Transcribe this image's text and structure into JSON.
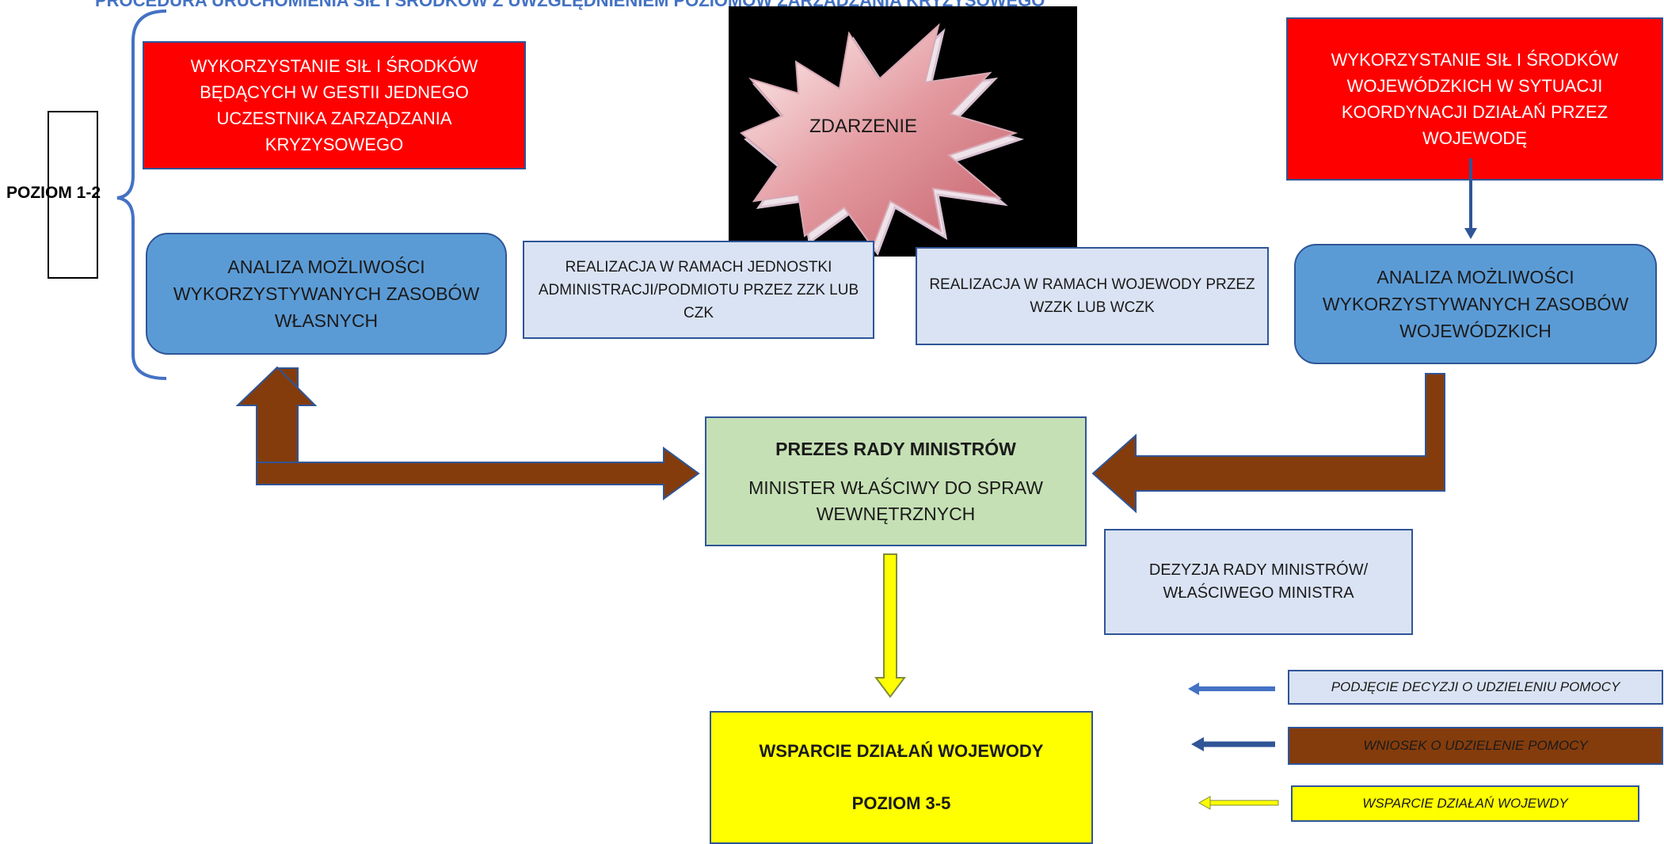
{
  "title": "PROCEDURA URUCHOMIENIA SIŁ I ŚRODKÓW Z UWZGLĘDNIENIEM POZIOMÓW ZARZĄDZANIA KRYZYSOWEGO",
  "level_label": "POZIOM 1-2",
  "event": "ZDARZENIE",
  "boxes": {
    "own_resources_usage": "WYKORZYSTANIE SIŁ I ŚRODKÓW BĘDĄCYCH W GESTII JEDNEGO UCZESTNIKA ZARZĄDZANIA KRYZYSOWEGO",
    "own_resources_analysis": "ANALIZA MOŻLIWOŚCI WYKORZYSTYWANYCH ZASOBÓW WŁASNYCH",
    "unit_realization": "REALIZACJA W RAMACH JEDNOSTKI ADMINISTRACJI/PODMIOTU PRZEZ ZZK LUB CZK",
    "voivode_realization": "REALIZACJA W RAMACH WOJEWODY PRZEZ WZZK LUB WCZK",
    "voivode_resources_usage": "WYKORZYSTANIE SIŁ I ŚRODKÓW WOJEWÓDZKICH W SYTUACJI KOORDYNACJI DZIAŁAŃ PRZEZ WOJEWODĘ",
    "voivode_resources_analysis": "ANALIZA MOŻLIWOŚCI WYKORZYSTYWANYCH ZASOBÓW WOJEWÓDZKICH",
    "prime_minister": "PREZES RADY MINISTRÓW",
    "interior_minister": "MINISTER WŁAŚCIWY DO SPRAW WEWNĘTRZNYCH",
    "council_decision": "DEZYZJA RADY MINISTRÓW/ WŁAŚCIWEGO MINISTRA",
    "support": "WSPARCIE DZIAŁAŃ WOJEWODY",
    "support_level": "POZIOM 3-5"
  },
  "legend": [
    {
      "label": "PODJĘCIE DECYZJI O UDZIELENIU POMOCY",
      "color": "#dae3f3",
      "arrow_color": "#4472c4"
    },
    {
      "label": "WNIOSEK O UDZIELENIE POMOCY",
      "color": "#843c0c",
      "arrow_color": "#2f5597"
    },
    {
      "label": "WSPARCIE DZIAŁAŃ WOJEWDY",
      "color": "#ffff00",
      "arrow_color": "#c9d66b"
    }
  ],
  "colors": {
    "red": "#ff0000",
    "blue": "#5b9bd5",
    "pale_blue": "#dae3f3",
    "green": "#c5e0b4",
    "yellow": "#ffff00",
    "brown": "#843c0c",
    "border_blue": "#2f5597"
  }
}
